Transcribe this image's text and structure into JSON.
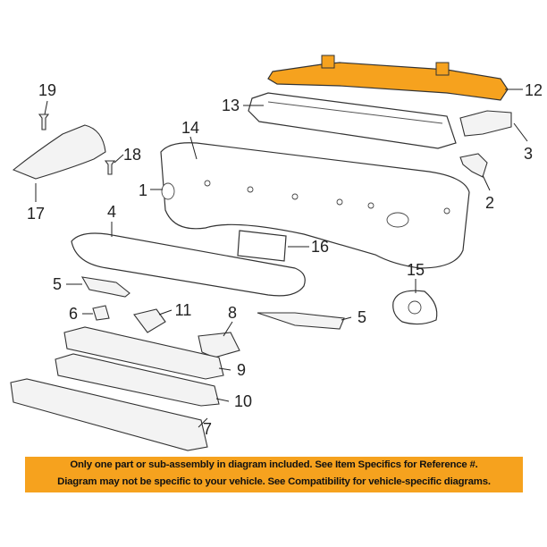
{
  "diagram": {
    "callouts": [
      "1",
      "2",
      "3",
      "4",
      "5",
      "5",
      "6",
      "7",
      "8",
      "9",
      "10",
      "11",
      "12",
      "13",
      "14",
      "15",
      "16",
      "17",
      "18",
      "19"
    ],
    "highlight_color": "#f6a21e"
  },
  "banner": {
    "line1": "Only one part or sub-assembly in diagram included. See Item Specifics for Reference #.",
    "line2": "Diagram may not be specific to your vehicle. See Compatibility for vehicle-specific diagrams."
  }
}
